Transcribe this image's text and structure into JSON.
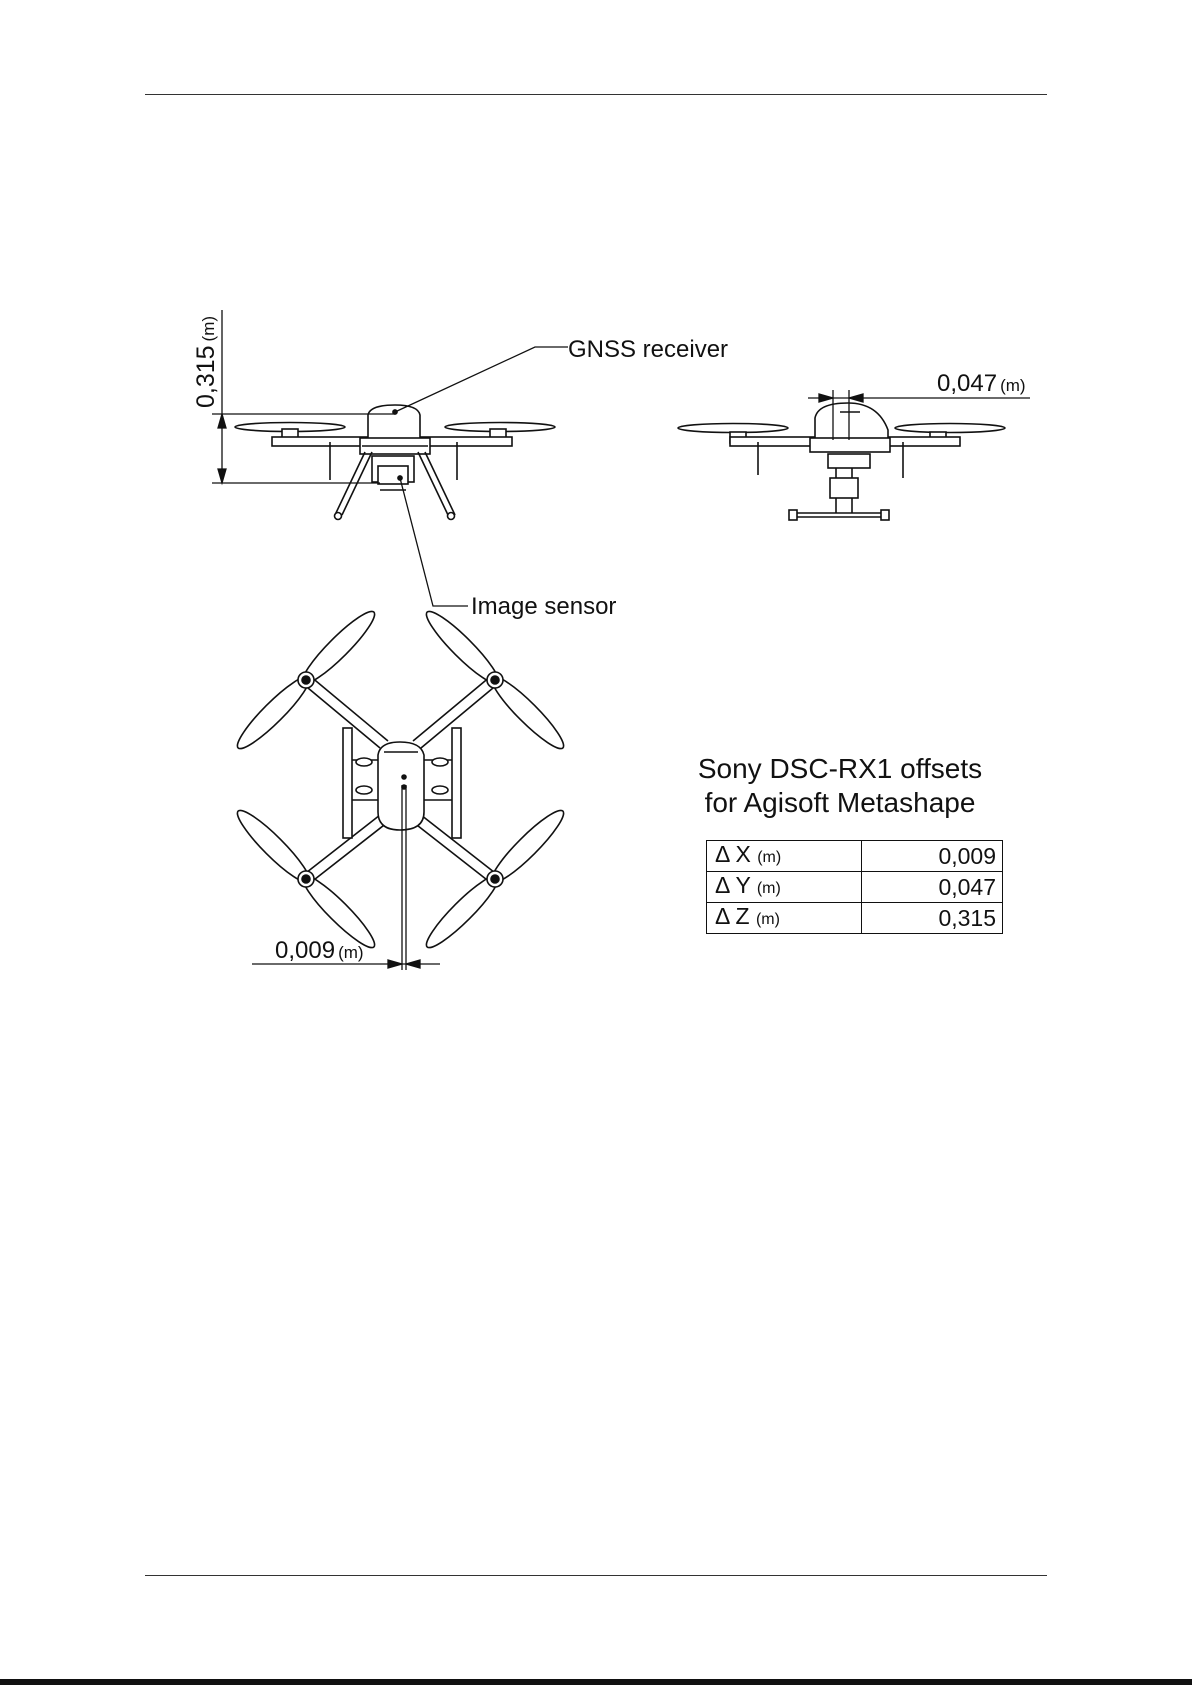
{
  "labels": {
    "gnss_receiver": "GNSS receiver",
    "image_sensor": "Image sensor"
  },
  "dimensions": {
    "vertical": {
      "value": "0,315",
      "unit": "(m)"
    },
    "lateral": {
      "value": "0,047",
      "unit": "(m)"
    },
    "horizontal": {
      "value": "0,009",
      "unit": "(m)"
    }
  },
  "offsets_table": {
    "title_line1": "Sony DSC-RX1 offsets",
    "title_line2": "for Agisoft Metashape",
    "rows": [
      {
        "axis": "Δ X",
        "unit": "(m)",
        "value": "0,009"
      },
      {
        "axis": "Δ Y",
        "unit": "(m)",
        "value": "0,047"
      },
      {
        "axis": "Δ Z",
        "unit": "(m)",
        "value": "0,315"
      }
    ]
  }
}
